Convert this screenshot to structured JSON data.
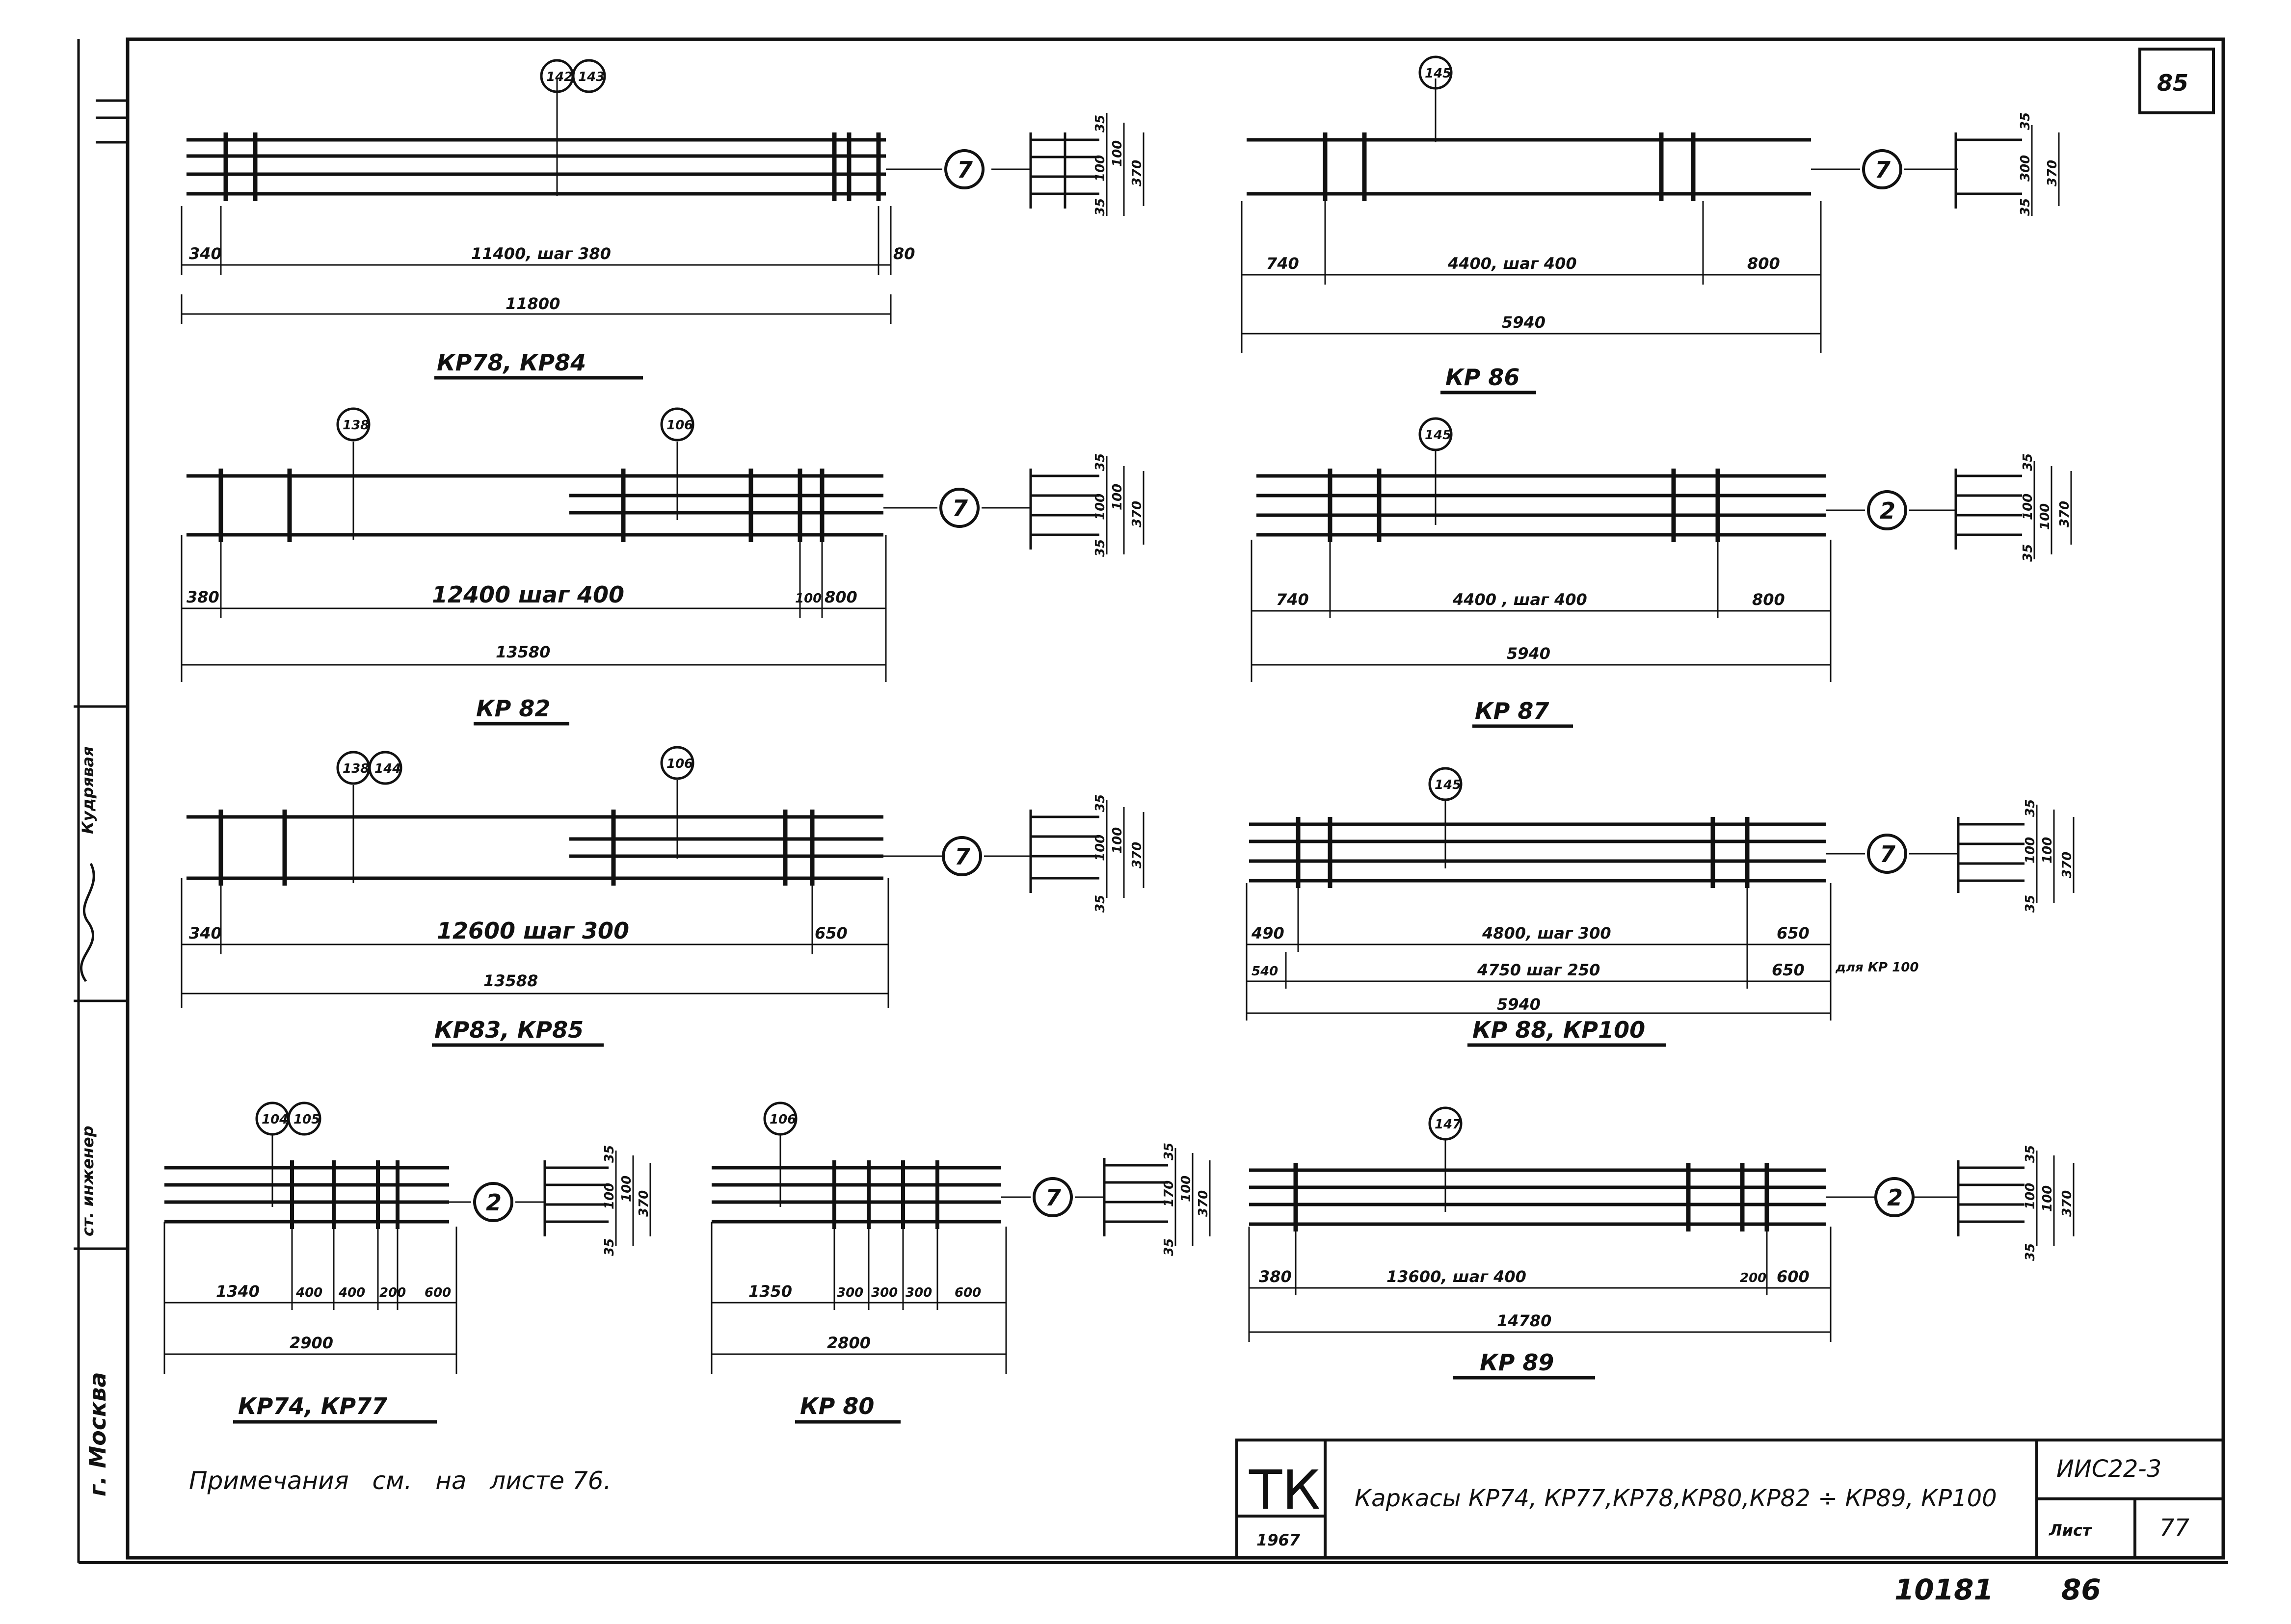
{
  "sheet": {
    "page_number": "85",
    "bottom_code": "10181",
    "bottom_sheet": "86",
    "note": "Примечания   см.   на   листе 76.",
    "title_block": {
      "logo": "ТК",
      "year": "1967",
      "description": "Каркасы КР74, КР77,КР78,КР80,КР82 ÷ КР89, КР100",
      "series": "ИИС22-3",
      "sheet_label": "Лист",
      "sheet_no": "77"
    },
    "side_margin": {
      "city": "г. Москва",
      "role": "ст. инженер",
      "name": "Кудрявая"
    }
  },
  "frames": [
    {
      "title": "КР78, КР84",
      "marks": [
        "142",
        "143"
      ],
      "section_mark": "7",
      "dims": [
        "340",
        "11400, шаг 380",
        "80",
        "11800"
      ],
      "section_dims": [
        "35",
        "100",
        "100",
        "35",
        "370"
      ]
    },
    {
      "title": "КР 86",
      "marks": [
        "145"
      ],
      "section_mark": "7",
      "dims": [
        "740",
        "4400, шаг 400",
        "800",
        "5940"
      ],
      "section_dims": [
        "35",
        "300",
        "35",
        "370"
      ]
    },
    {
      "title": "КР 82",
      "marks": [
        "138",
        "106"
      ],
      "section_mark": "7",
      "dims": [
        "380",
        "12400  шаг 400",
        "100",
        "800",
        "13580"
      ],
      "section_dims": [
        "35",
        "100",
        "100",
        "35",
        "370"
      ]
    },
    {
      "title": "КР 87",
      "marks": [
        "145"
      ],
      "section_mark": "2",
      "dims": [
        "740",
        "4400 , шаг 400",
        "800",
        "5940"
      ],
      "section_dims": [
        "35",
        "100",
        "100",
        "35",
        "370"
      ]
    },
    {
      "title": "КР83, КР85",
      "marks": [
        "138",
        "144",
        "106"
      ],
      "section_mark": "7",
      "dims": [
        "340",
        "12600   шаг 300",
        "650",
        "13588"
      ],
      "section_dims": [
        "35",
        "100",
        "100",
        "35",
        "370"
      ]
    },
    {
      "title": "КР 88, КР100",
      "marks": [
        "145"
      ],
      "section_mark": "7",
      "dims": [
        "490",
        "4800, шаг 300",
        "650",
        "540",
        "4750 шаг 250",
        "650",
        "5940"
      ],
      "extra_note": "для КР 100",
      "section_dims": [
        "35",
        "100",
        "100",
        "35",
        "370"
      ]
    },
    {
      "title": "КР74, КР77",
      "marks": [
        "104",
        "105"
      ],
      "section_mark": "2",
      "dims": [
        "1340",
        "400",
        "400",
        "200",
        "600",
        "2900"
      ],
      "section_dims": [
        "35",
        "100",
        "100",
        "35",
        "370"
      ]
    },
    {
      "title": "КР 80",
      "marks": [
        "106"
      ],
      "section_mark": "7",
      "dims": [
        "1350",
        "300",
        "300",
        "300",
        "600",
        "2800"
      ],
      "section_dims": [
        "35",
        "170",
        "100",
        "35",
        "370"
      ]
    },
    {
      "title": "КР 89",
      "marks": [
        "147"
      ],
      "section_mark": "2",
      "dims": [
        "380",
        "13600, шаг 400",
        "200",
        "600",
        "14780"
      ],
      "section_dims": [
        "35",
        "100",
        "100",
        "35",
        "370"
      ]
    }
  ]
}
